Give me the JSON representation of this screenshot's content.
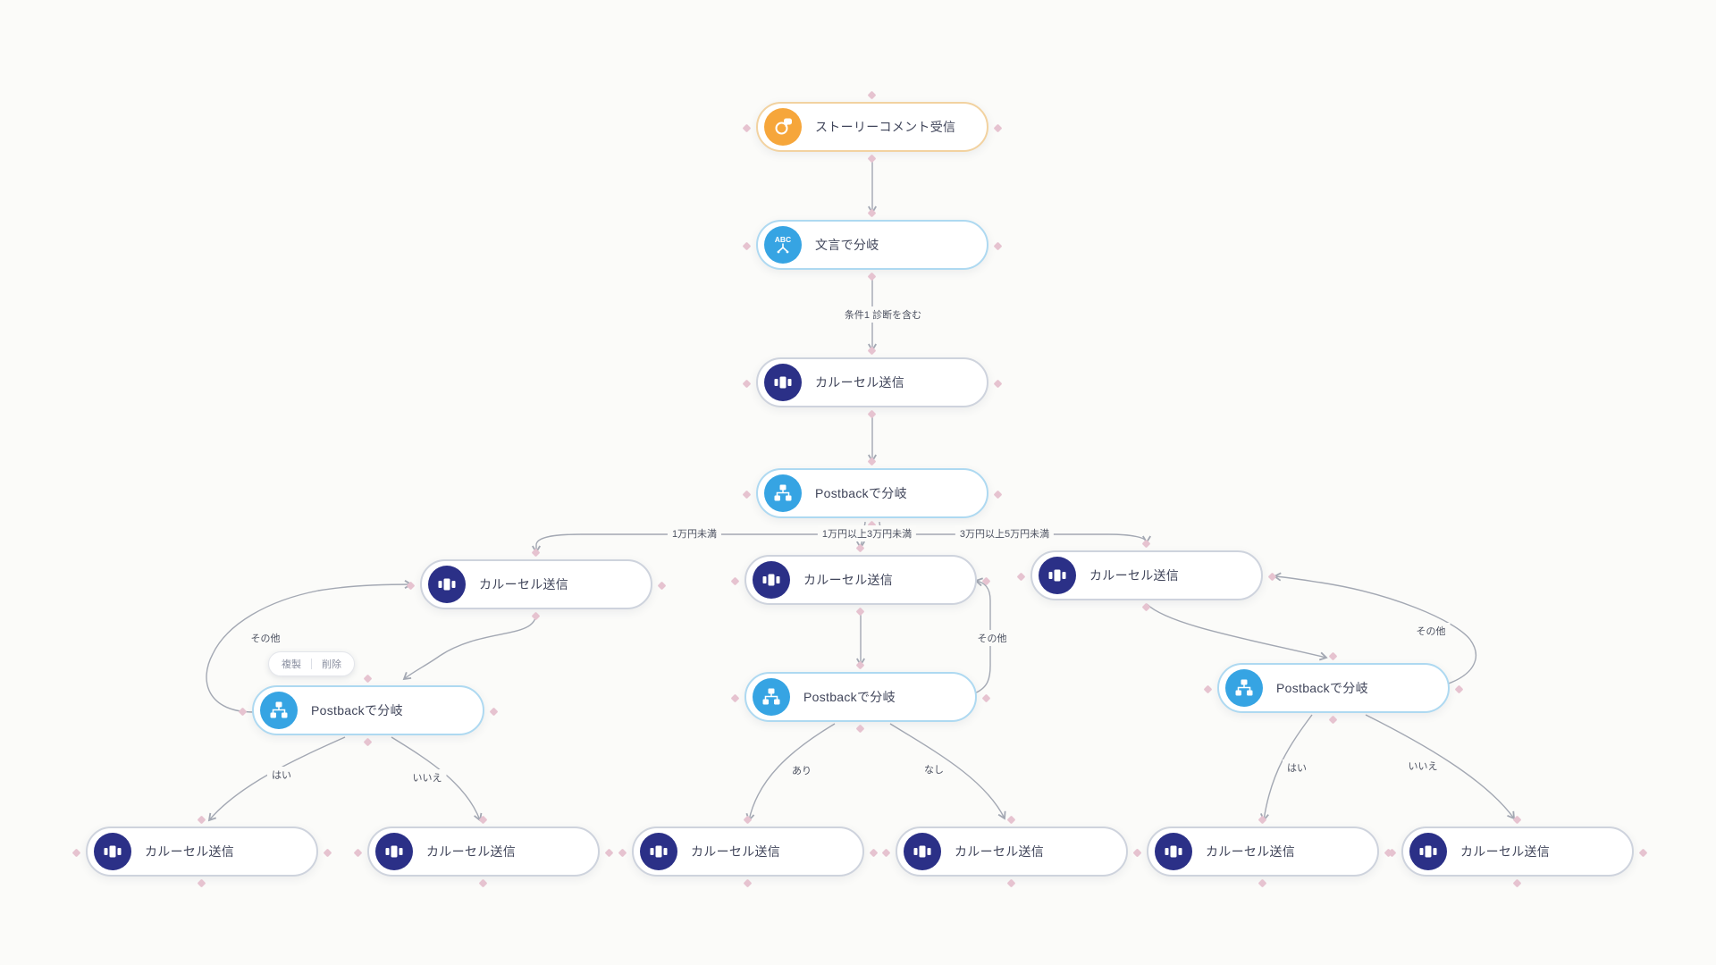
{
  "app": {
    "view": "chatbot-flow-canvas"
  },
  "colors": {
    "background": "#fbfbf9",
    "trigger_accent": "#f6a63b",
    "trigger_border": "#f2d2a0",
    "branch_accent": "#36a4e3",
    "branch_border": "#aed9f1",
    "send_accent": "#2b3087",
    "send_border": "#ced3dd",
    "edge": "#a3a8b3",
    "handle": "#e6c3d0",
    "node_text": "#40455a"
  },
  "nodes": [
    {
      "id": "story-comment-trigger",
      "kind": "trigger",
      "icon": "story-comment-icon",
      "label": "ストーリーコメント受信"
    },
    {
      "id": "text-branch",
      "kind": "branch",
      "icon": "text-branch-icon",
      "label": "文言で分岐"
    },
    {
      "id": "carousel-top",
      "kind": "send",
      "icon": "carousel-icon",
      "label": "カルーセル送信"
    },
    {
      "id": "postback-main",
      "kind": "branch",
      "icon": "postback-icon",
      "label": "Postbackで分岐"
    },
    {
      "id": "carousel-left",
      "kind": "send",
      "icon": "carousel-icon",
      "label": "カルーセル送信"
    },
    {
      "id": "carousel-mid",
      "kind": "send",
      "icon": "carousel-icon",
      "label": "カルーセル送信"
    },
    {
      "id": "carousel-right",
      "kind": "send",
      "icon": "carousel-icon",
      "label": "カルーセル送信"
    },
    {
      "id": "postback-left",
      "kind": "branch",
      "icon": "postback-icon",
      "label": "Postbackで分岐"
    },
    {
      "id": "postback-mid",
      "kind": "branch",
      "icon": "postback-icon",
      "label": "Postbackで分岐"
    },
    {
      "id": "postback-right",
      "kind": "branch",
      "icon": "postback-icon",
      "label": "Postbackで分岐"
    },
    {
      "id": "carousel-bottom-1",
      "kind": "send",
      "icon": "carousel-icon",
      "label": "カルーセル送信"
    },
    {
      "id": "carousel-bottom-2",
      "kind": "send",
      "icon": "carousel-icon",
      "label": "カルーセル送信"
    },
    {
      "id": "carousel-bottom-3",
      "kind": "send",
      "icon": "carousel-icon",
      "label": "カルーセル送信"
    },
    {
      "id": "carousel-bottom-4",
      "kind": "send",
      "icon": "carousel-icon",
      "label": "カルーセル送信"
    },
    {
      "id": "carousel-bottom-5",
      "kind": "send",
      "icon": "carousel-icon",
      "label": "カルーセル送信"
    },
    {
      "id": "carousel-bottom-6",
      "kind": "send",
      "icon": "carousel-icon",
      "label": "カルーセル送信"
    }
  ],
  "edge_labels": [
    {
      "id": "condition-1",
      "label": "条件1 診断を含む"
    },
    {
      "id": "under-10k",
      "label": "1万円未満"
    },
    {
      "id": "10k-to-30k",
      "label": "1万円以上3万円未満"
    },
    {
      "id": "30k-to-50k",
      "label": "3万円以上5万円未満"
    },
    {
      "id": "other-left",
      "label": "その他"
    },
    {
      "id": "other-mid",
      "label": "その他"
    },
    {
      "id": "other-right",
      "label": "その他"
    },
    {
      "id": "yes-left",
      "label": "はい"
    },
    {
      "id": "no-left",
      "label": "いいえ"
    },
    {
      "id": "exists",
      "label": "あり"
    },
    {
      "id": "not-exists",
      "label": "なし"
    },
    {
      "id": "yes-right",
      "label": "はい"
    },
    {
      "id": "no-right",
      "label": "いいえ"
    }
  ],
  "context_menu": {
    "duplicate_label": "複製",
    "delete_label": "削除"
  }
}
